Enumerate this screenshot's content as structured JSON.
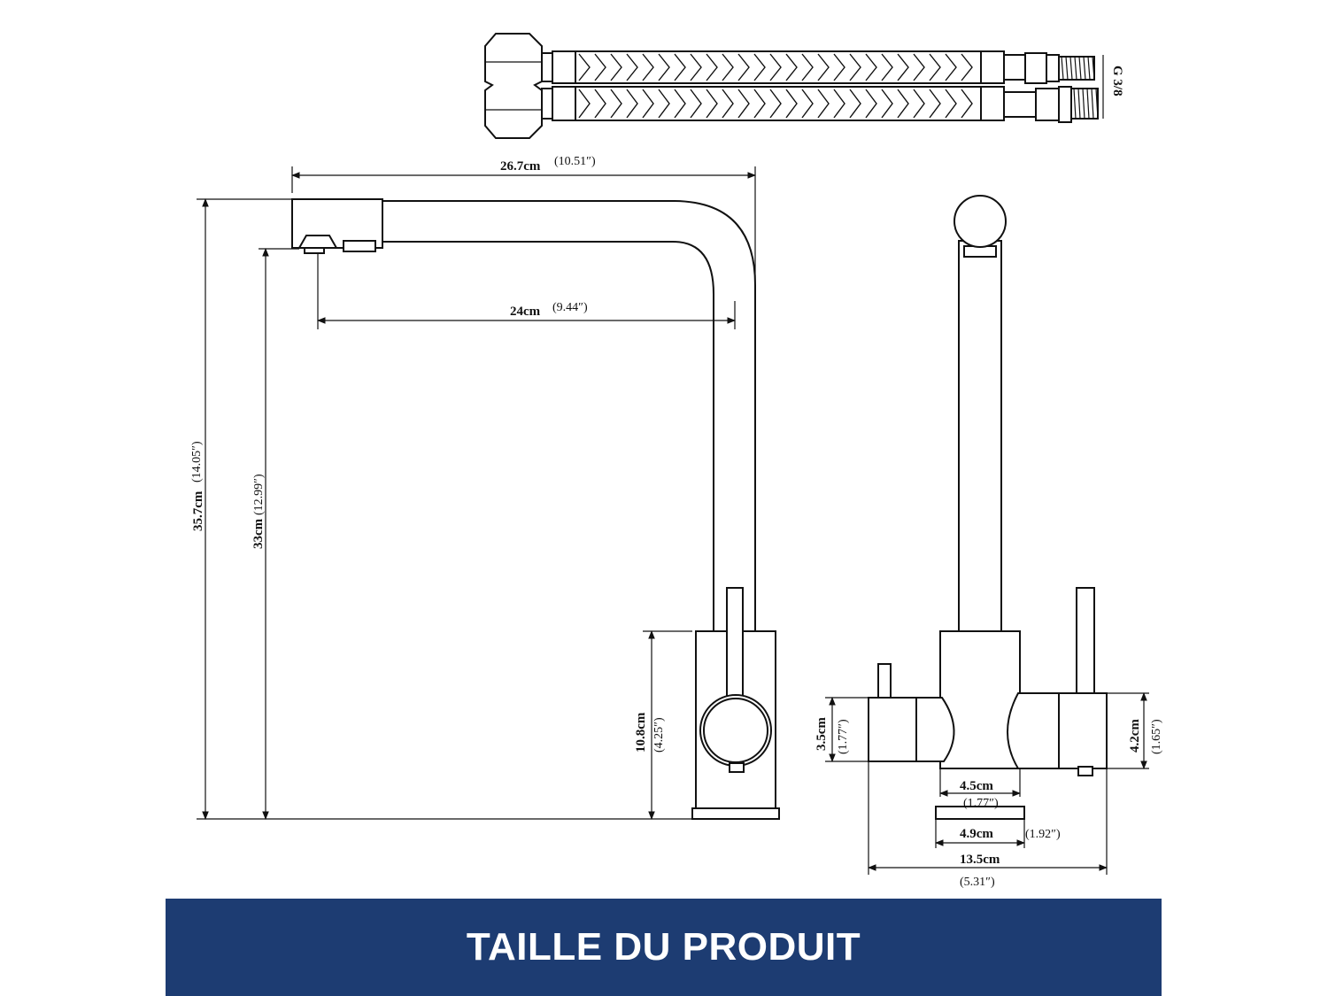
{
  "banner": {
    "title": "TAILLE DU PRODUIT",
    "background_color": "#1d3c72",
    "text_color": "#ffffff"
  },
  "hose": {
    "thread_label": "G 3/8"
  },
  "side_view": {
    "spout_reach_total": {
      "metric": "26.7cm",
      "imperial": "(10.51″)"
    },
    "spout_reach_outlet": {
      "metric": "24cm",
      "imperial": "(9.44″)"
    },
    "total_height": {
      "metric": "35.7cm",
      "imperial": "(14.05″)"
    },
    "outlet_height": {
      "metric": "33cm",
      "imperial": "(12.99″)"
    },
    "body_height": {
      "metric": "10.8cm",
      "imperial": "(4.25″)"
    }
  },
  "front_view": {
    "left_handle_height": {
      "metric": "3.5cm",
      "imperial": "(1.77″)"
    },
    "right_handle_height": {
      "metric": "4.2cm",
      "imperial": "(1.65″)"
    },
    "body_width": {
      "metric": "4.5cm",
      "imperial": "(1.77″)"
    },
    "base_width": {
      "metric": "4.9cm",
      "imperial": "(1.92″)"
    },
    "total_width": {
      "metric": "13.5cm",
      "imperial": "(5.31″)"
    }
  }
}
